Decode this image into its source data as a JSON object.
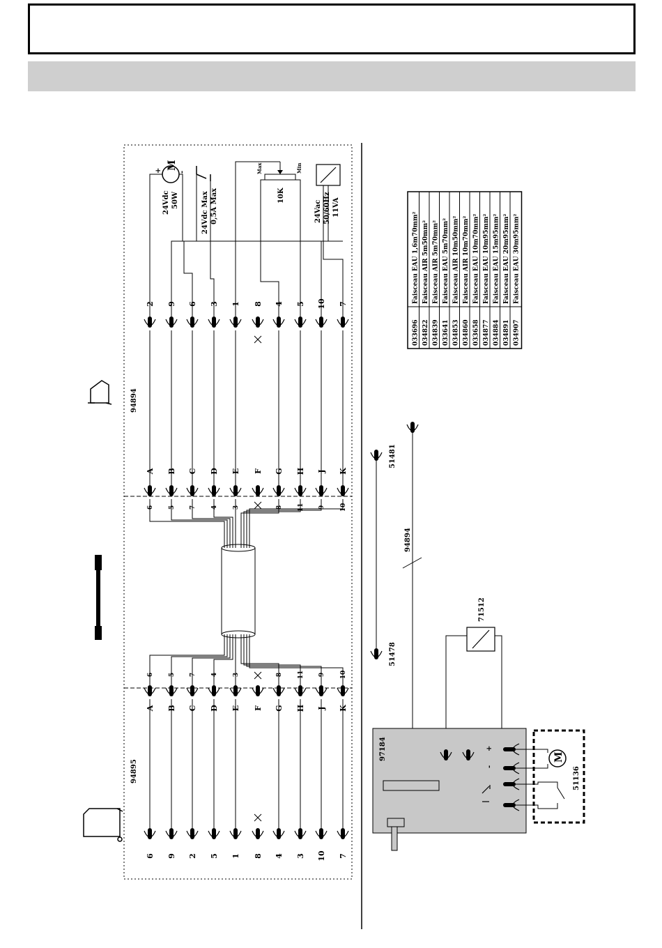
{
  "left": {
    "connector_left_ref": "94895",
    "connector_right_ref": "94894",
    "left_end_pins": [
      "6",
      "9",
      "2",
      "5",
      "1",
      "8",
      "4",
      "3",
      "10",
      "7"
    ],
    "left_letters": [
      "A",
      "B",
      "C",
      "D",
      "E",
      "F",
      "G",
      "H",
      "J",
      "K"
    ],
    "left_wire_numbers": [
      "6",
      "5",
      "7",
      "4",
      "3",
      "",
      "8",
      "11",
      "9",
      "10"
    ],
    "right_wire_numbers": [
      "6",
      "5",
      "7",
      "4",
      "3",
      "",
      "8",
      "11",
      "9",
      "10"
    ],
    "right_letters": [
      "A",
      "B",
      "C",
      "D",
      "E",
      "F",
      "G",
      "H",
      "J",
      "K"
    ],
    "right_end_pins": [
      "2",
      "9",
      "6",
      "3",
      "1",
      "8",
      "4",
      "5",
      "10",
      "7"
    ],
    "motor_label_1": "24Vdc",
    "motor_label_2": "50W",
    "motor_symbol": "M",
    "motor_plus": "+",
    "motor_minus": "-",
    "switch_label_1": "24Vdc  Max",
    "switch_label_2": "0,5A  Max",
    "pot_value": "10K",
    "pot_max": "Max",
    "pot_min": "Min",
    "supply_label_1": "24Vac",
    "supply_label_2": "50/60Hz",
    "supply_label_3": "11VA"
  },
  "table": {
    "rows": [
      {
        "ref": "033696",
        "desc": "Faisceau  EAU  1,6m70mm²"
      },
      {
        "ref": "034822",
        "desc": "Faisceau  AIR  5m50mm²"
      },
      {
        "ref": "034839",
        "desc": "Faisceau  AIR  5m70mm²"
      },
      {
        "ref": "033641",
        "desc": "Faisceau  EAU  5m70mm²"
      },
      {
        "ref": "034853",
        "desc": "Faisceau  AIR  10m50mm²"
      },
      {
        "ref": "034860",
        "desc": "Faisceau  AIR  10m70mm²"
      },
      {
        "ref": "033658",
        "desc": "Faisceau  EAU  10m70mm²"
      },
      {
        "ref": "034877",
        "desc": "Faisceau  EAU  10m95mm²"
      },
      {
        "ref": "034884",
        "desc": "Faisceau  EAU  15m95mm²"
      },
      {
        "ref": "034891",
        "desc": "Faisceau  EAU  20m95mm²"
      },
      {
        "ref": "034907",
        "desc": "Faisceau  EAU  30m95mm²"
      }
    ]
  },
  "bottom": {
    "cable_ref_1": "51478",
    "cable_ref_2": "51481",
    "harness_ref": "94894",
    "transformer_ref": "71512",
    "box_ref": "97184",
    "plus": "+",
    "minus": "-",
    "module_ref": "51136",
    "motor_symbol": "M"
  },
  "colors": {
    "line": "#000000",
    "band": "#cfcfcf",
    "box_fill": "#c8c8c8"
  }
}
